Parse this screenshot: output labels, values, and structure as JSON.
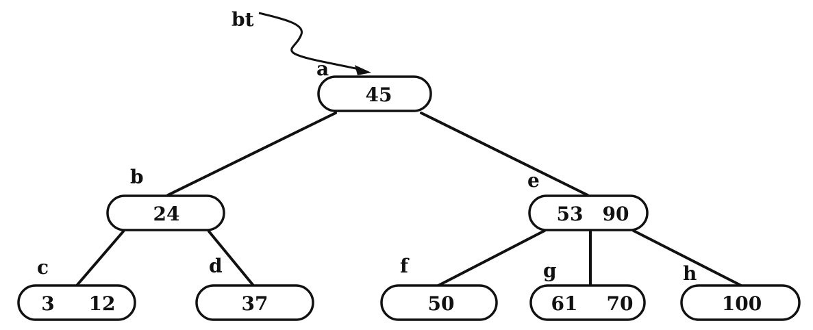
{
  "pointer": {
    "label": "bt",
    "target": "a"
  },
  "nodes": [
    {
      "id": "a",
      "label": "a",
      "keys": [
        "45"
      ]
    },
    {
      "id": "b",
      "label": "b",
      "keys": [
        "24"
      ]
    },
    {
      "id": "e",
      "label": "e",
      "keys": [
        "53",
        "90"
      ]
    },
    {
      "id": "c",
      "label": "c",
      "keys": [
        "3",
        "12"
      ]
    },
    {
      "id": "d",
      "label": "d",
      "keys": [
        "37"
      ]
    },
    {
      "id": "f",
      "label": "f",
      "keys": [
        "50"
      ]
    },
    {
      "id": "g",
      "label": "g",
      "keys": [
        "61",
        "70"
      ]
    },
    {
      "id": "h",
      "label": "h",
      "keys": [
        "100"
      ]
    }
  ],
  "edges": [
    {
      "from": "a",
      "to": "b"
    },
    {
      "from": "a",
      "to": "e"
    },
    {
      "from": "b",
      "to": "c"
    },
    {
      "from": "b",
      "to": "d"
    },
    {
      "from": "e",
      "to": "f"
    },
    {
      "from": "e",
      "to": "g"
    },
    {
      "from": "e",
      "to": "h"
    }
  ]
}
